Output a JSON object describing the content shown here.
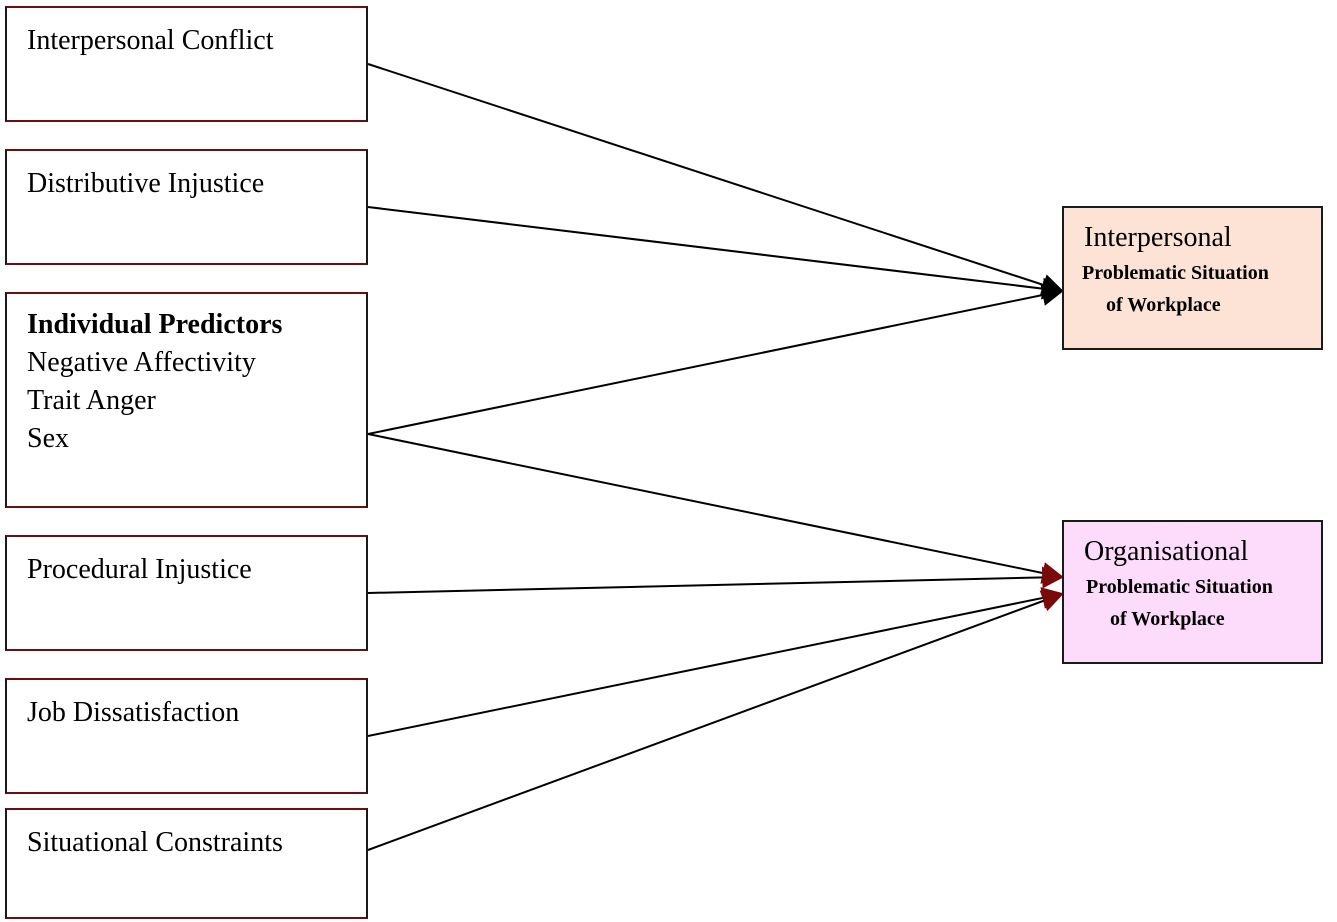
{
  "diagram": {
    "predictors": [
      {
        "id": "interpersonal-conflict",
        "lines": [
          "Interpersonal Conflict"
        ]
      },
      {
        "id": "distributive-injustice",
        "lines": [
          "Distributive Injustice"
        ]
      },
      {
        "id": "individual-predictors",
        "heading": "Individual Predictors",
        "lines": [
          "Negative Affectivity",
          "Trait Anger",
          "Sex"
        ]
      },
      {
        "id": "procedural-injustice",
        "lines": [
          "Procedural Injustice"
        ]
      },
      {
        "id": "job-dissatisfaction",
        "lines": [
          "Job Dissatisfaction"
        ]
      },
      {
        "id": "situational-constraints",
        "lines": [
          "Situational Constraints"
        ]
      }
    ],
    "outcomes": [
      {
        "id": "interpersonal-outcome",
        "title": "Interpersonal",
        "line2": "Problematic Situation",
        "line3": "of Workplace",
        "fill": "#fde3d6"
      },
      {
        "id": "organisational-outcome",
        "title": "Organisational",
        "line2": "Problematic Situation",
        "line3": "of Workplace",
        "fill": "#fddcfb"
      }
    ],
    "edges": [
      {
        "from": "interpersonal-conflict",
        "to": "interpersonal-outcome"
      },
      {
        "from": "distributive-injustice",
        "to": "interpersonal-outcome"
      },
      {
        "from": "individual-predictors",
        "to": "interpersonal-outcome"
      },
      {
        "from": "individual-predictors",
        "to": "organisational-outcome"
      },
      {
        "from": "procedural-injustice",
        "to": "organisational-outcome"
      },
      {
        "from": "job-dissatisfaction",
        "to": "organisational-outcome"
      },
      {
        "from": "situational-constraints",
        "to": "organisational-outcome"
      }
    ],
    "colors": {
      "line": "#000000",
      "arrow_interpersonal": "#000000",
      "arrow_organisational": "#7a0a0a"
    }
  }
}
